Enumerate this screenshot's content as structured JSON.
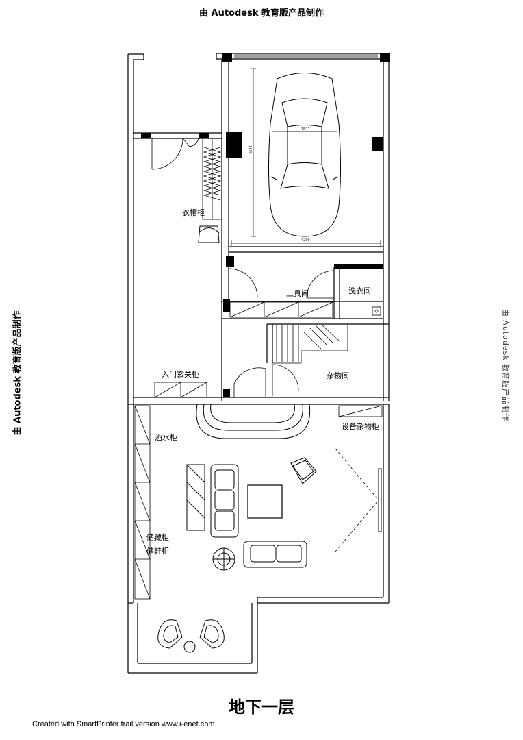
{
  "watermark": {
    "top": "由 Autodesk 教育版产品制作",
    "left": "由 Autodesk 教育版产品制作",
    "right": "由 Autodesk 教育版产品制作"
  },
  "floor_title": "地下一层",
  "footer": "Created with SmartPrinter trail version www.i-enet.com",
  "rooms": {
    "wardrobe": "衣帽柜",
    "tool_room": "工具间",
    "laundry": "洗衣间",
    "entry_cabinet": "入门玄关柜",
    "storage_room": "杂物间",
    "wine_cabinet": "酒水柜",
    "equipment_storage": "设备杂物柜",
    "storage_cabinet": "储藏柜",
    "shoe_cabinet": "储鞋柜"
  },
  "dimensions": {
    "car_width": "1827",
    "garage_depth": "4624",
    "garage_width": "4200"
  }
}
